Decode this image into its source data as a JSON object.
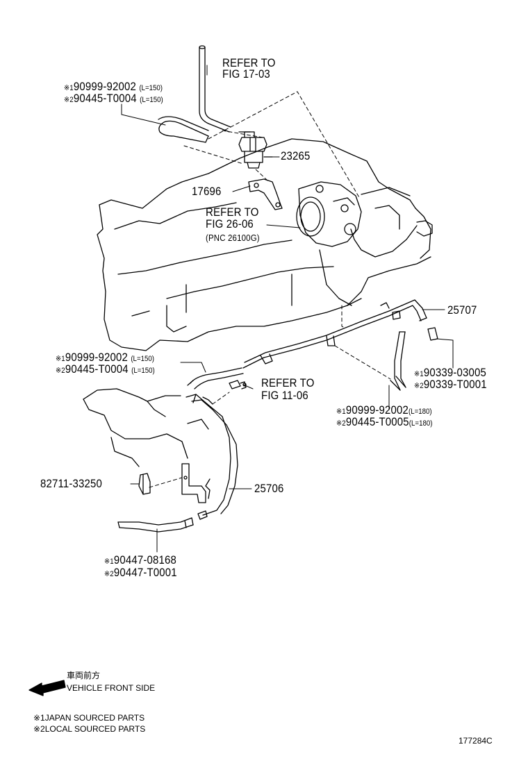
{
  "refer_17_03": {
    "line1": "REFER TO",
    "line2": "FIG 17-03"
  },
  "refer_26_06": {
    "line1": "REFER TO",
    "line2": "FIG 26-06",
    "pnc": "(PNC 26100G)"
  },
  "refer_11_06": {
    "line1": "REFER TO",
    "line2": "FIG 11-06"
  },
  "hose_top": {
    "mark1": "※1",
    "part1": "90999-92002",
    "len1": "(L=150)",
    "mark2": "※2",
    "part2": "90445-T0004",
    "len2": "(L=150)"
  },
  "hose_mid": {
    "mark1": "※1",
    "part1": "90999-92002",
    "len1": "(L=150)",
    "mark2": "※2",
    "part2": "90445-T0004",
    "len2": "(L=150)"
  },
  "hose_right": {
    "mark1": "※1",
    "part1": "90999-92002",
    "len1": "(L=180)",
    "mark2": "※2",
    "part2": "90445-T0005",
    "len2": "(L=180)"
  },
  "plug": {
    "mark1": "※1",
    "part1": "90339-03005",
    "mark2": "※2",
    "part2": "90339-T0001"
  },
  "hose_bottom": {
    "mark1": "※1",
    "part1": "90447-08168",
    "mark2": "※2",
    "part2": "90447-T0001"
  },
  "part_23265": "23265",
  "part_17696": "17696",
  "part_25707": "25707",
  "part_25706": "25706",
  "part_82711": "82711-33250",
  "front": {
    "jp": "車両前方",
    "en": "VEHICLE FRONT SIDE"
  },
  "legend": {
    "mark1": "※1",
    "text1": "JAPAN SOURCED PARTS",
    "mark2": "※2",
    "text2": "LOCAL SOURCED PARTS"
  },
  "figure_code": "177284C"
}
